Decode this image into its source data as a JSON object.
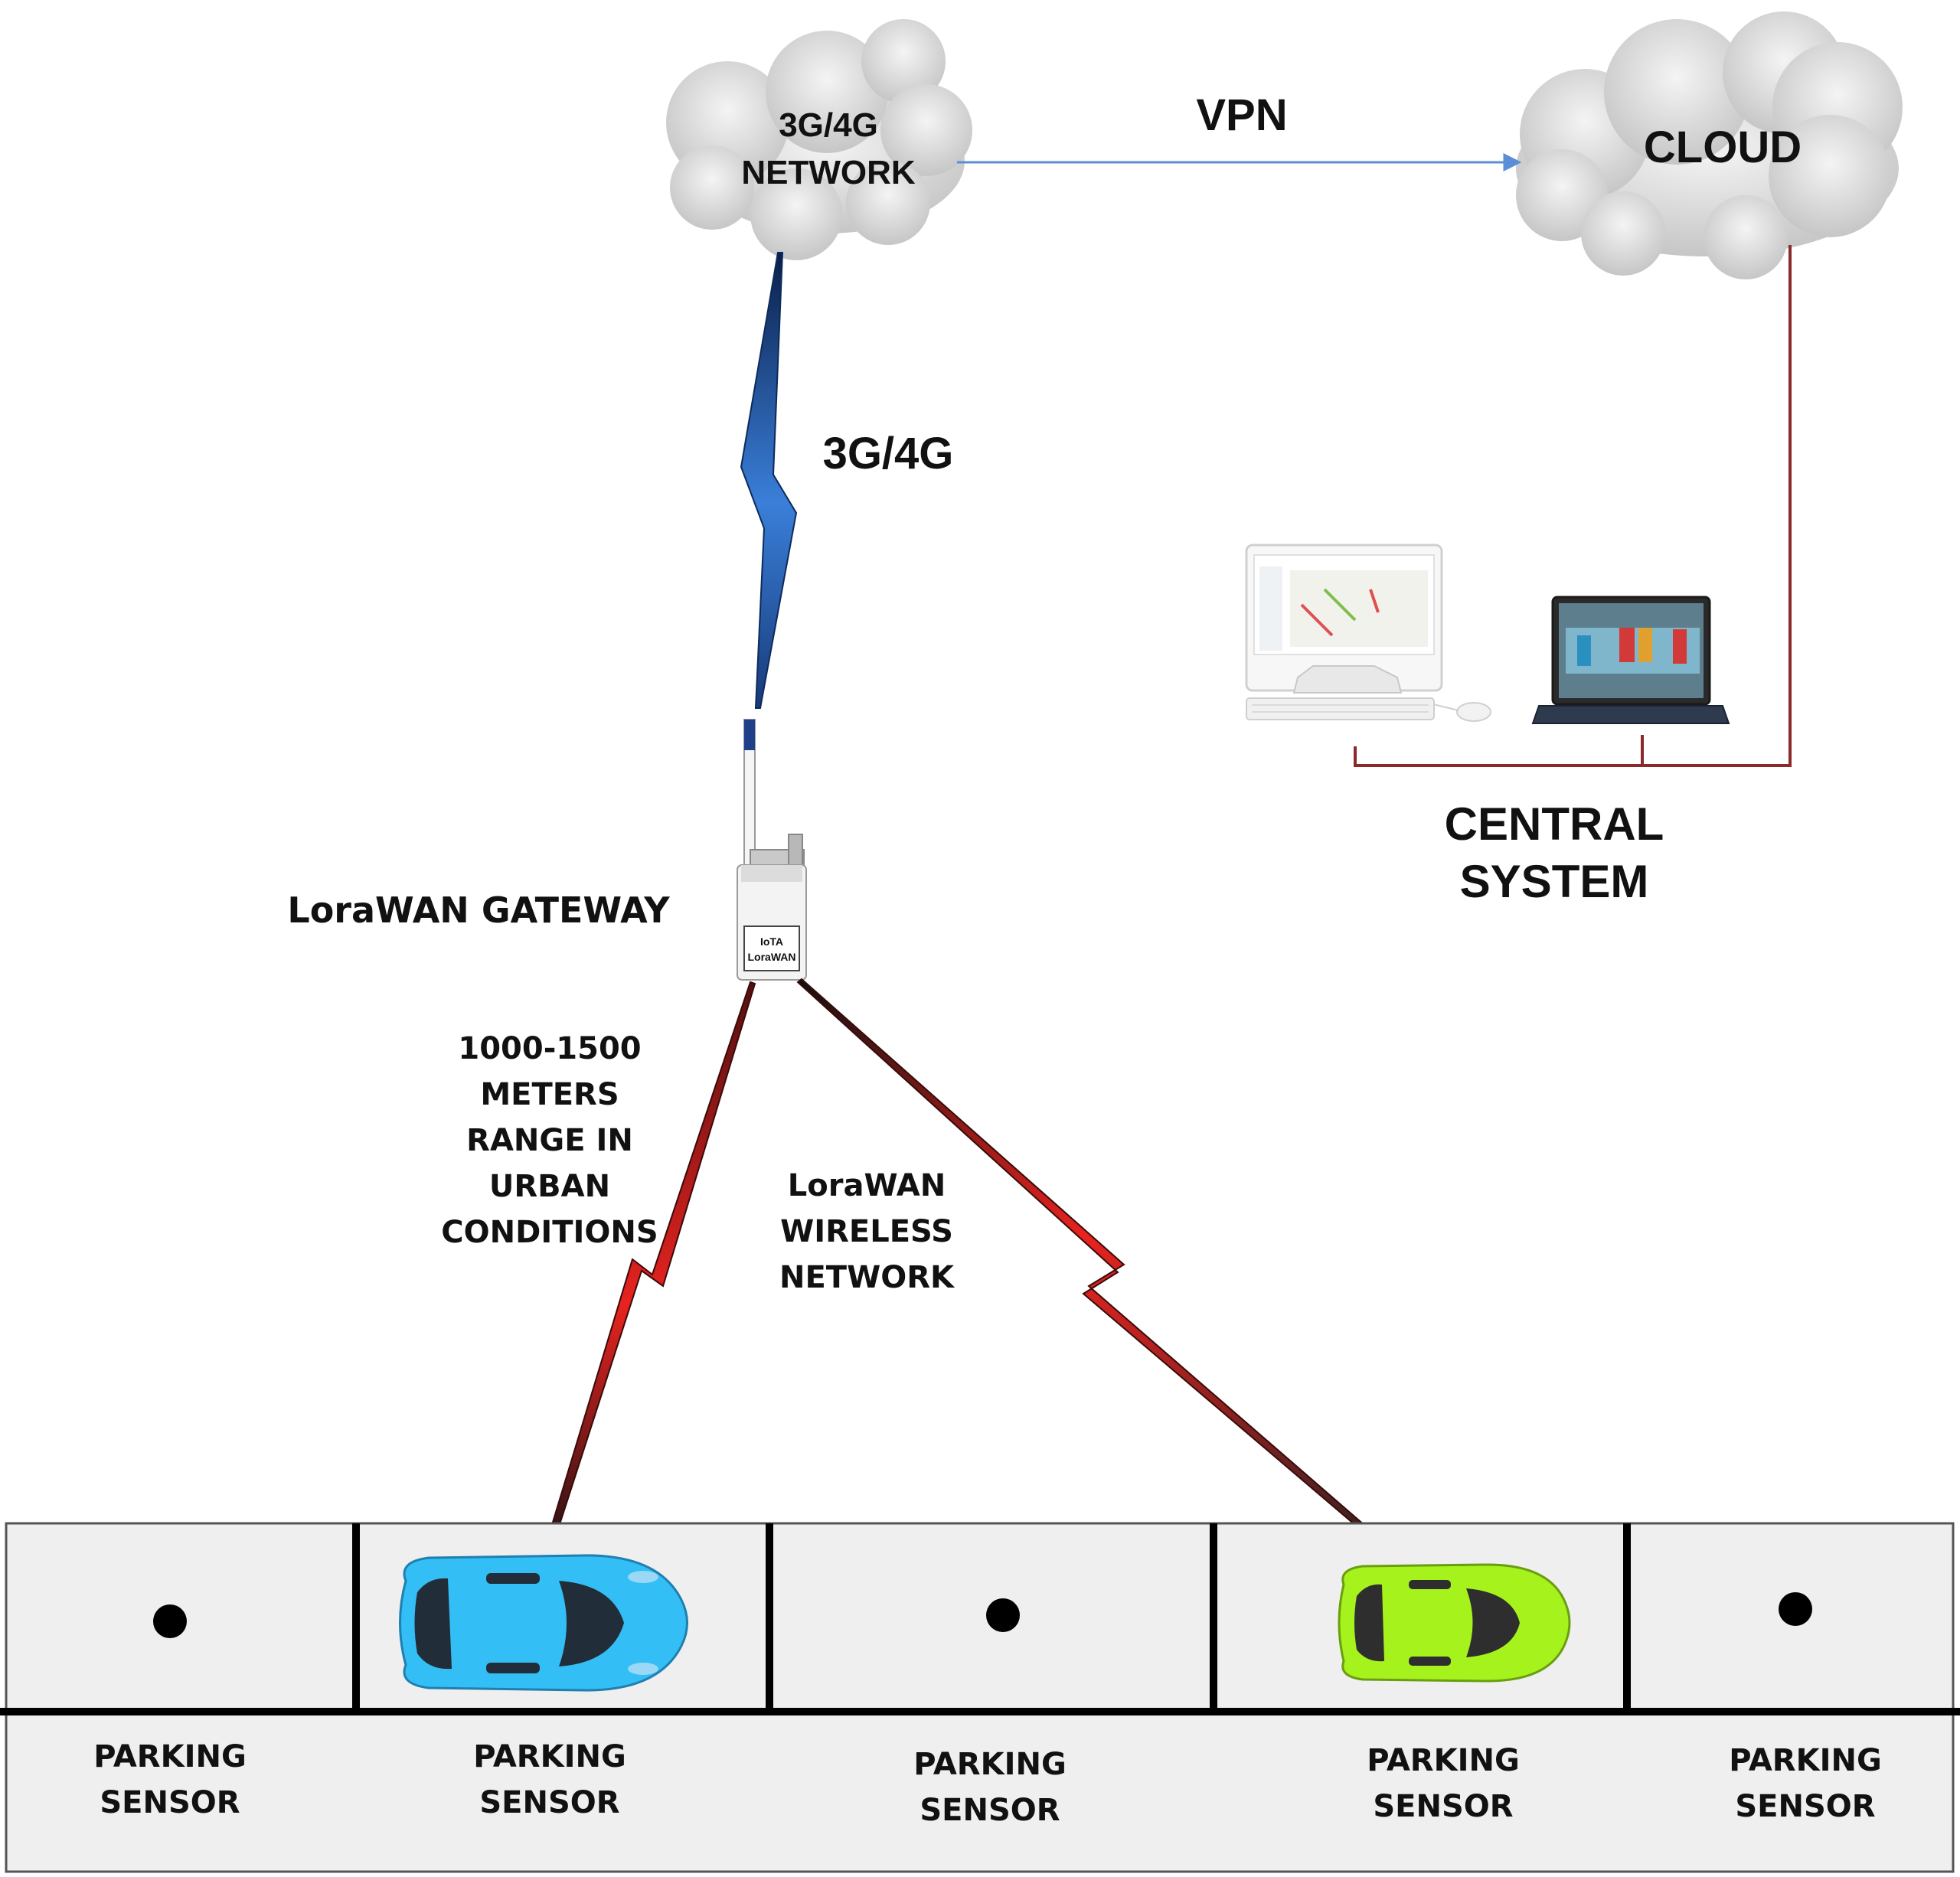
{
  "network_cloud": {
    "line1": "3G/4G",
    "line2": "NETWORK"
  },
  "cloud": {
    "label": "CLOUD"
  },
  "vpn_label": "VPN",
  "link_3g4g_label": "3G/4G",
  "gateway": {
    "label": "LoraWAN GATEWAY",
    "box_line1": "IoTA",
    "box_line2": "LoraWAN"
  },
  "central_system": {
    "line1": "CENTRAL",
    "line2": "SYSTEM"
  },
  "range_note": [
    "1000-1500",
    "METERS",
    "RANGE IN",
    "URBAN",
    "CONDITIONS"
  ],
  "wireless_note": [
    "LoraWAN",
    "WIRELESS",
    "NETWORK"
  ],
  "bays": [
    {
      "line1": "PARKING",
      "line2": "SENSOR",
      "content": "sensor-dot"
    },
    {
      "line1": "PARKING",
      "line2": "SENSOR",
      "content": "blue-car"
    },
    {
      "line1": "PARKING",
      "line2": "SENSOR",
      "content": "sensor-dot"
    },
    {
      "line1": "PARKING",
      "line2": "SENSOR",
      "content": "green-car"
    },
    {
      "line1": "PARKING",
      "line2": "SENSOR",
      "content": "sensor-dot"
    }
  ],
  "colors": {
    "vpn_arrow": "#5b8ed6",
    "cloud_line": "#8b2a2a",
    "lora_link": "#e8231f",
    "cellular_link": "#3a7fd9",
    "blue_car": "#33bff5",
    "green_car": "#a6f21c",
    "road": "#efefef"
  }
}
